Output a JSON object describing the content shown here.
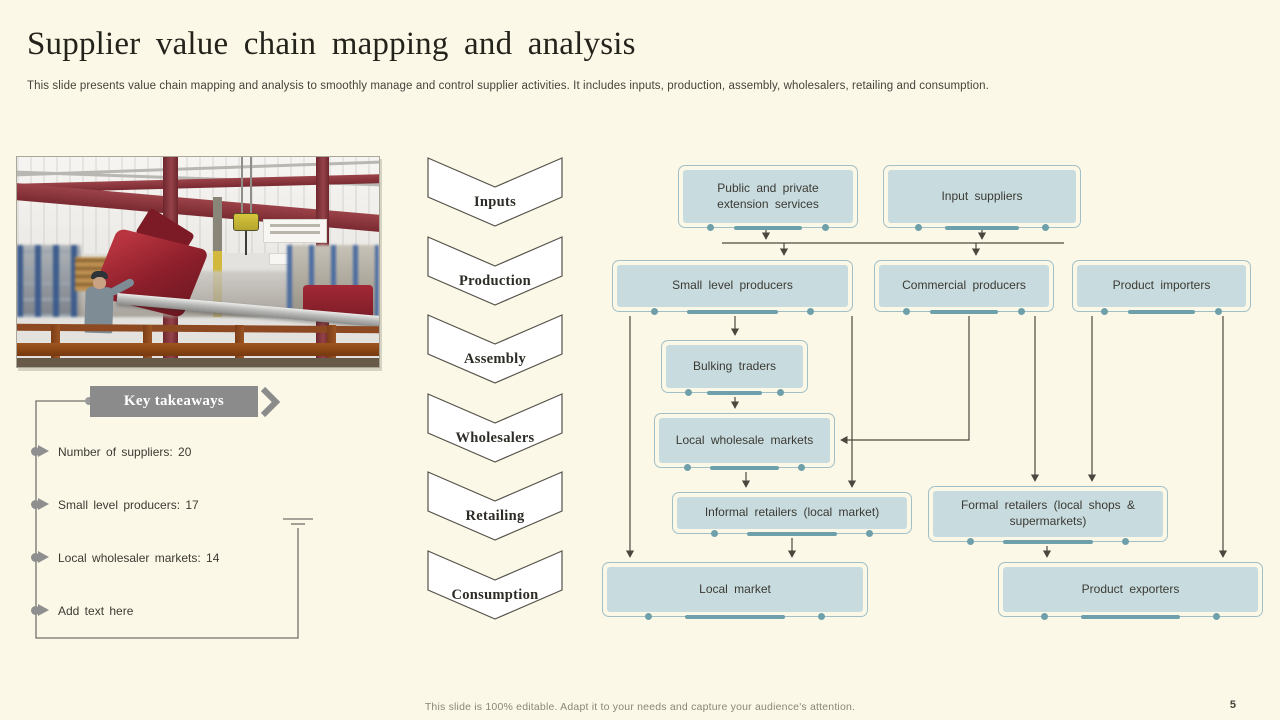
{
  "slide": {
    "title": "Supplier value chain mapping and analysis",
    "subtitle": "This slide presents value chain mapping and analysis to smoothly manage and control supplier activities. It includes inputs, production, assembly, wholesalers, retailing and consumption.",
    "footer": "This slide is 100% editable. Adapt it to your needs and capture your audience's attention.",
    "page_number": "5"
  },
  "stages": [
    "Inputs",
    "Production",
    "Assembly",
    "Wholesalers",
    "Retailing",
    "Consumption"
  ],
  "key_takeaways": {
    "heading": "Key takeaways",
    "items": [
      "Number of suppliers: 20",
      "Small level producers: 17",
      "Local wholesaler markets: 14",
      "Add text here"
    ]
  },
  "flowchart": {
    "nodes": {
      "extension_services": "Public and private extension services",
      "input_suppliers": "Input suppliers",
      "small_level_producers": "Small level producers",
      "commercial_producers": "Commercial producers",
      "product_importers": "Product importers",
      "bulking_traders": "Bulking traders",
      "local_wholesale_markets": "Local wholesale markets",
      "informal_retailers": "Informal retailers (local market)",
      "formal_retailers": "Formal retailers (local shops & supermarkets)",
      "local_market": "Local market",
      "product_exporters": "Product exporters"
    }
  },
  "colors": {
    "background": "#fcf8e7",
    "box_fill": "#c8dbdf",
    "box_outline": "#a0bfc6",
    "accent_teal": "#6ea0ab",
    "connector": "#4b473e",
    "banner_gray": "#8b8b8b",
    "chevron_outline": "#55524a"
  }
}
